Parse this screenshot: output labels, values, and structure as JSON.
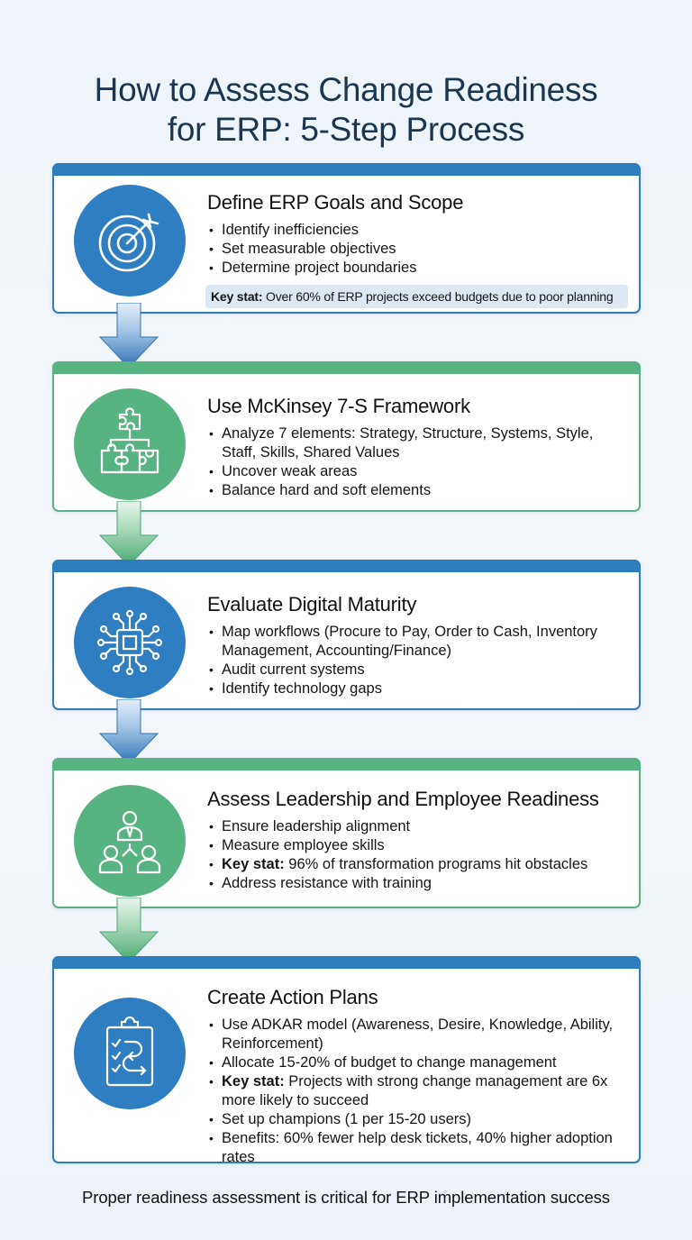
{
  "title": {
    "line1": "How to Assess Change Readiness",
    "line2": "for ERP: 5-Step Process"
  },
  "colors": {
    "blue": "#2f7ec1",
    "green": "#58b383",
    "title": "#1a3650",
    "keystat_bg": "#dde8f3"
  },
  "steps": [
    {
      "title": "Define ERP Goals and Scope",
      "icon": "target-icon",
      "color": "blue",
      "bullets": [
        "Identify inefficiencies",
        "Set measurable objectives",
        "Determine project boundaries"
      ],
      "keystat": {
        "label": "Key stat:",
        "text": " Over 60% of ERP projects exceed budgets due to poor planning"
      }
    },
    {
      "title": "Use McKinsey 7-S Framework",
      "icon": "puzzle-pieces-icon",
      "color": "green",
      "bullets": [
        "Analyze 7 elements: Strategy, Structure, Systems, Style, Staff, Skills, Shared Values",
        "Uncover weak areas",
        "Balance hard and soft elements"
      ]
    },
    {
      "title": "Evaluate Digital Maturity",
      "icon": "circuit-chip-icon",
      "color": "blue",
      "bullets": [
        "Map workflows (Procure to Pay, Order to Cash, Inventory Management, Accounting/Finance)",
        "Audit current systems",
        "Identify technology gaps"
      ]
    },
    {
      "title": "Assess Leadership and Employee Readiness",
      "icon": "team-hierarchy-icon",
      "color": "green",
      "bullets": [
        "Ensure leadership alignment",
        "Measure employee skills"
      ],
      "keystat_bullet": {
        "label": "Key stat:",
        "text": " 96% of transformation programs hit obstacles"
      },
      "bullets_after": [
        "Address resistance with training"
      ]
    },
    {
      "title": "Create Action Plans",
      "icon": "clipboard-checklist-icon",
      "color": "blue",
      "bullets": [
        "Use ADKAR model (Awareness, Desire, Knowledge, Ability, Reinforcement)",
        "Allocate 15-20% of budget to change management"
      ],
      "keystat_bullet": {
        "label": "Key stat:",
        "text": " Projects with strong change management are 6x more likely to succeed"
      },
      "bullets_after": [
        "Set up champions (1 per 15-20 users)",
        "Benefits: 60% fewer help desk tickets, 40% higher adoption rates"
      ]
    }
  ],
  "footer": "Proper readiness assessment is critical for ERP implementation success"
}
